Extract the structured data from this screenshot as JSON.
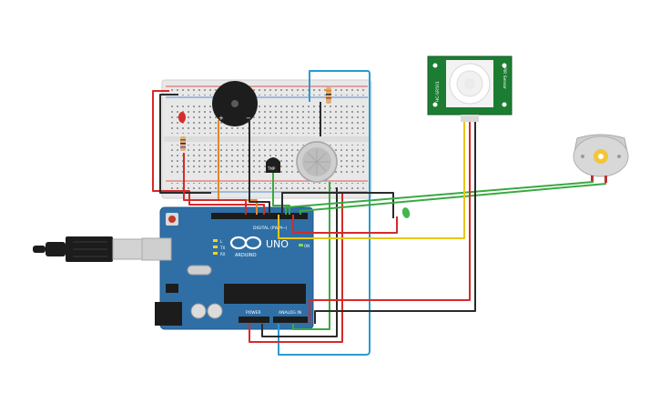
{
  "arduino": {
    "model_label": "UNO",
    "brand_label": "ARDUINO",
    "digital_label": "DIGITAL (PWM~)",
    "power_label": "POWER",
    "analog_label": "ANALOG IN",
    "tx_label": "TX",
    "rx_label": "RX",
    "l_label": "L",
    "on_label": "ON"
  },
  "pir": {
    "label_left": "HC-SR501",
    "label_right": "PIR Sensor"
  },
  "temp_sensor": {
    "label": "TMP"
  },
  "buzzer": {
    "plus": "+",
    "minus": "−"
  },
  "colors": {
    "board": "#2f6fa6",
    "breadboard": "#e6e6e6",
    "pir_pcb": "#1c7d32",
    "wire_red": "#d62a2a",
    "wire_black": "#2b2b2b",
    "wire_yellow": "#e6c619",
    "wire_green": "#3aa843",
    "wire_blue": "#2a9bd1",
    "wire_orange": "#e0892a"
  }
}
